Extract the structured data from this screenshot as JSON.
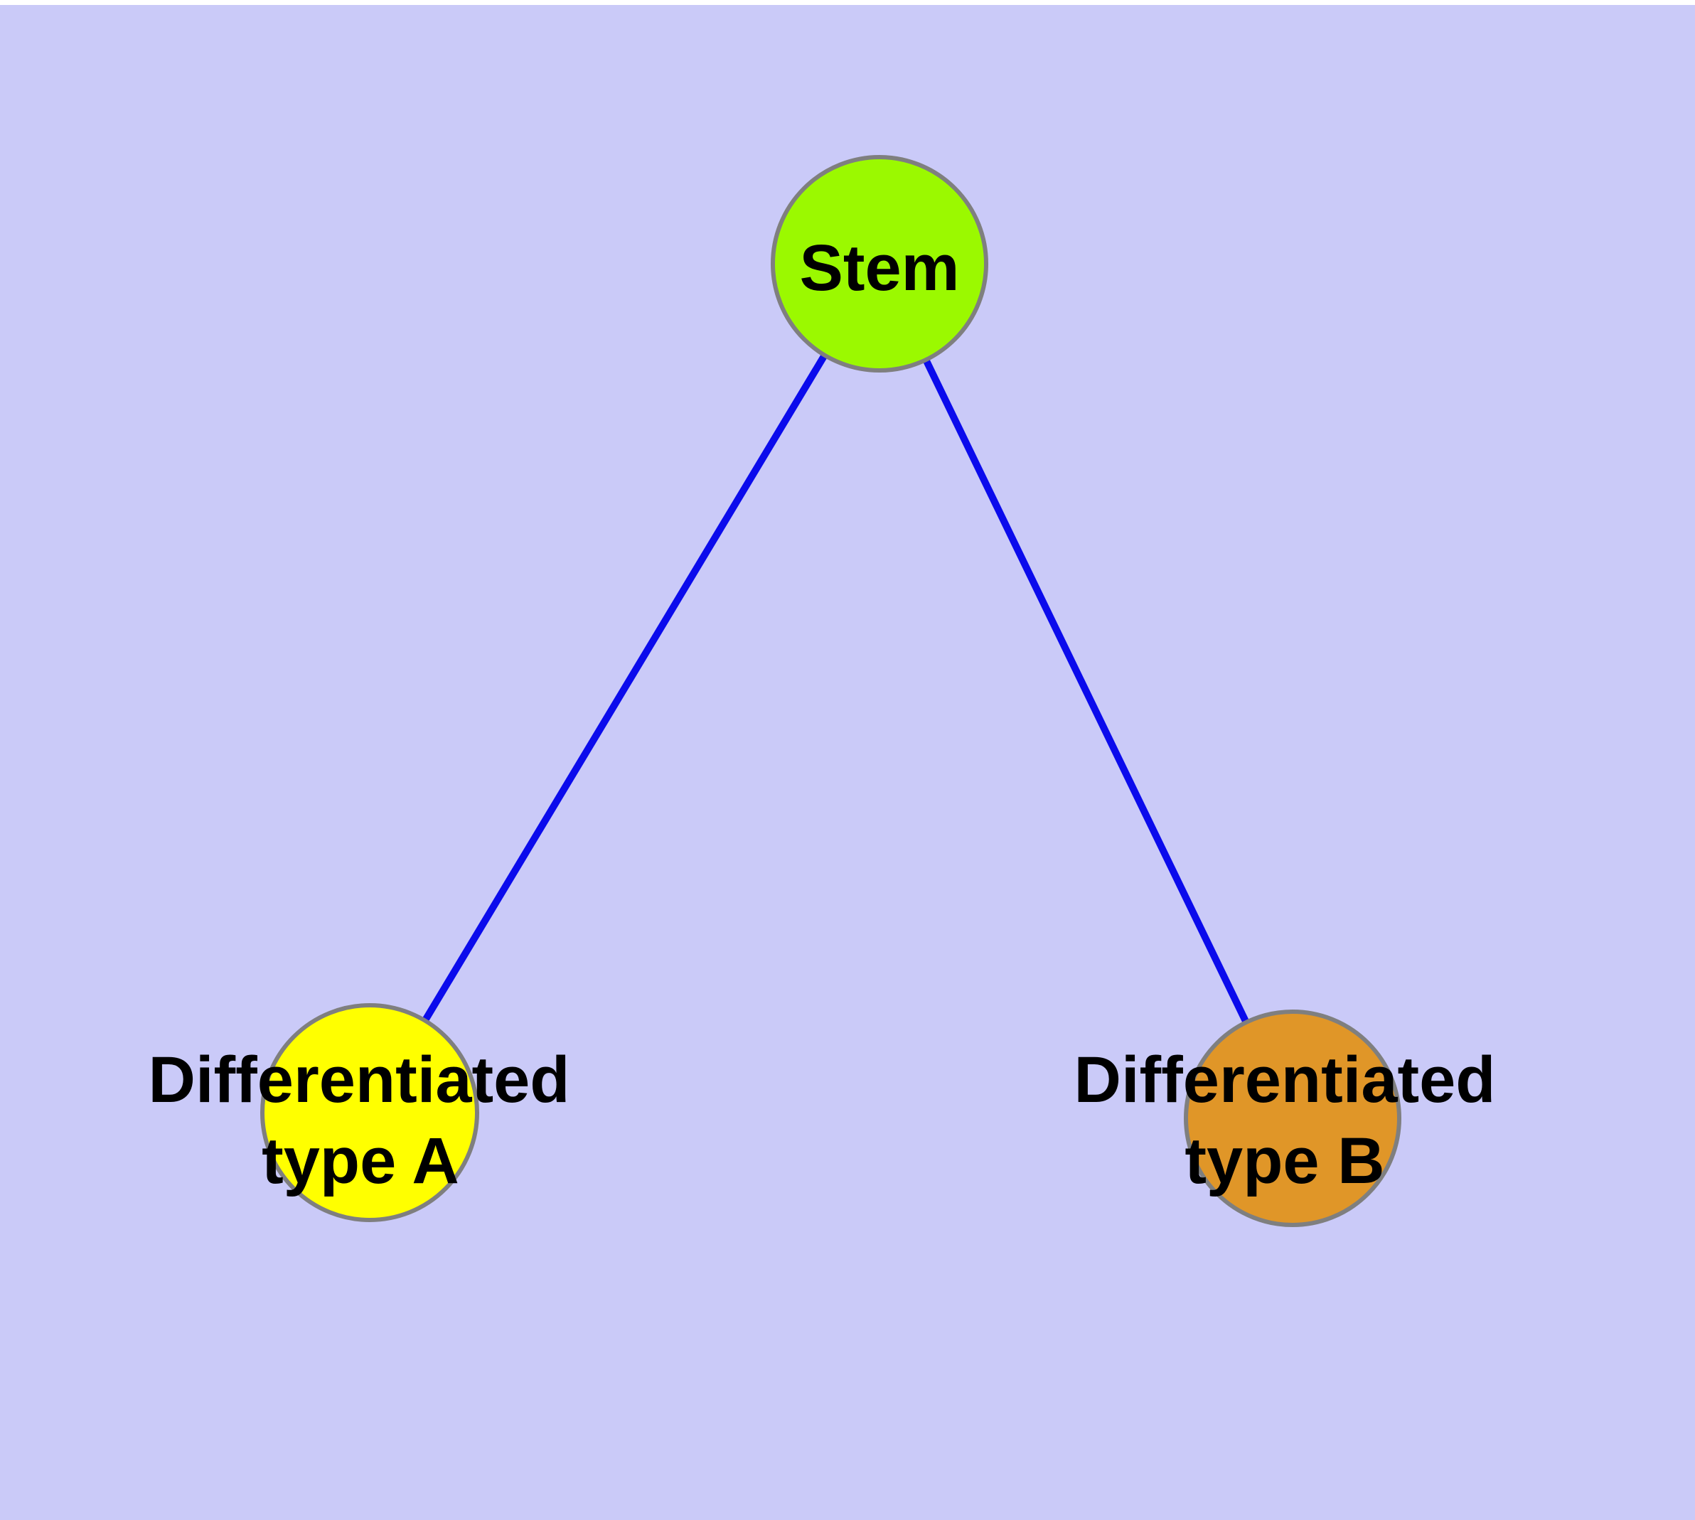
{
  "figure": {
    "type": "graph-diagram",
    "description": "Cell differentiation diagram: one stem node with two edges to two differentiated cell-type nodes",
    "colors": {
      "background": "#cacaf8",
      "top_margin": "#ffffff",
      "edge": "#0b0bec",
      "node_border": "#7f7f7f",
      "text": "#000000"
    },
    "nodes": {
      "stem": {
        "label": "Stem",
        "fill": "#9bf900"
      },
      "type_a": {
        "label_line1": "Differentiated",
        "label_line2": "type A",
        "fill": "#ffff00"
      },
      "type_b": {
        "label_line1": "Differentiated",
        "label_line2": "type B",
        "fill": "#e09628"
      }
    },
    "edges": [
      {
        "from": "Stem",
        "to": "Differentiated type A"
      },
      {
        "from": "Stem",
        "to": "Differentiated type B"
      }
    ]
  }
}
